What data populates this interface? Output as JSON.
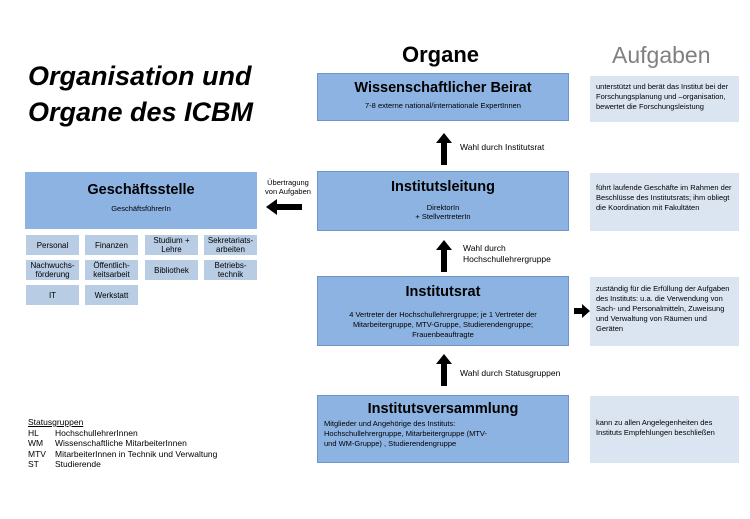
{
  "title_line1": "Organisation und",
  "title_line2": "Organe des ICBM",
  "col_organe": "Organe",
  "col_aufgaben": "Aufgaben",
  "beirat": {
    "title": "Wissenschaftlicher Beirat",
    "sub": "7-8 externe national/internationale ExpertInnen",
    "task": "unterstützt und berät das Institut bei der Forschungsplanung und –organisation, bewertet die Forschungsleistung"
  },
  "arrow1_label": "Wahl durch Institutsrat",
  "leitung": {
    "title": "Institutsleitung",
    "sub1": "DirektorIn",
    "sub2": "+ StellvertreterIn",
    "task": "führt laufende Geschäfte im Rahmen der Beschlüsse des Institutsrats; ihm obliegt die Koordination mit Fakultäten"
  },
  "uebertragung_label": "Übertragung von Aufgaben",
  "geschaeftsstelle": {
    "title": "Geschäftsstelle",
    "sub": "GeschäftsführerIn",
    "units": [
      "Personal",
      "Finanzen",
      "Studium + Lehre",
      "Sekretariats-arbeiten",
      "Nachwuchs-förderung",
      "Öffentlich-keitsarbeit",
      "Bibliothek",
      "Betriebs-technik",
      "IT",
      "Werkstatt"
    ]
  },
  "arrow2_label": "Wahl durch Hochschullehrergruppe",
  "rat": {
    "title": "Institutsrat",
    "sub": "4 Vertreter der Hochschullehrergruppe; je 1 Vertreter der Mitarbeitergruppe, MTV-Gruppe, Studierendengruppe; Frauenbeauftragte",
    "task": "zuständig für die Erfüllung der Aufgaben des Instituts: u.a. die Verwendung von Sach- und Personalmitteln, Zuweisung und Verwaltung von Räumen und Geräten"
  },
  "arrow3_label": "Wahl durch Statusgruppen",
  "versammlung": {
    "title": "Institutsversammlung",
    "sub": "Mitglieder und Angehörige des Instituts: Hochschullehrergruppe, Mitarbeitergruppe (MTV- und WM-Gruppe) , Studierendengruppe",
    "task": "kann zu allen Angelegenheiten des Instituts Empfehlungen beschließen"
  },
  "legend": {
    "heading": "Statusgruppen",
    "rows": [
      {
        "ab": "HL",
        "text": "HochschullehrerInnen"
      },
      {
        "ab": "WM",
        "text": "Wissenschaftliche MitarbeiterInnen"
      },
      {
        "ab": "MTV",
        "text": "MitarbeiterInnen in Technik und Verwaltung"
      },
      {
        "ab": "ST",
        "text": "Studierende"
      }
    ]
  },
  "colors": {
    "box": "#8db3e2",
    "task": "#dbe5f1",
    "small": "#b8cce4"
  }
}
